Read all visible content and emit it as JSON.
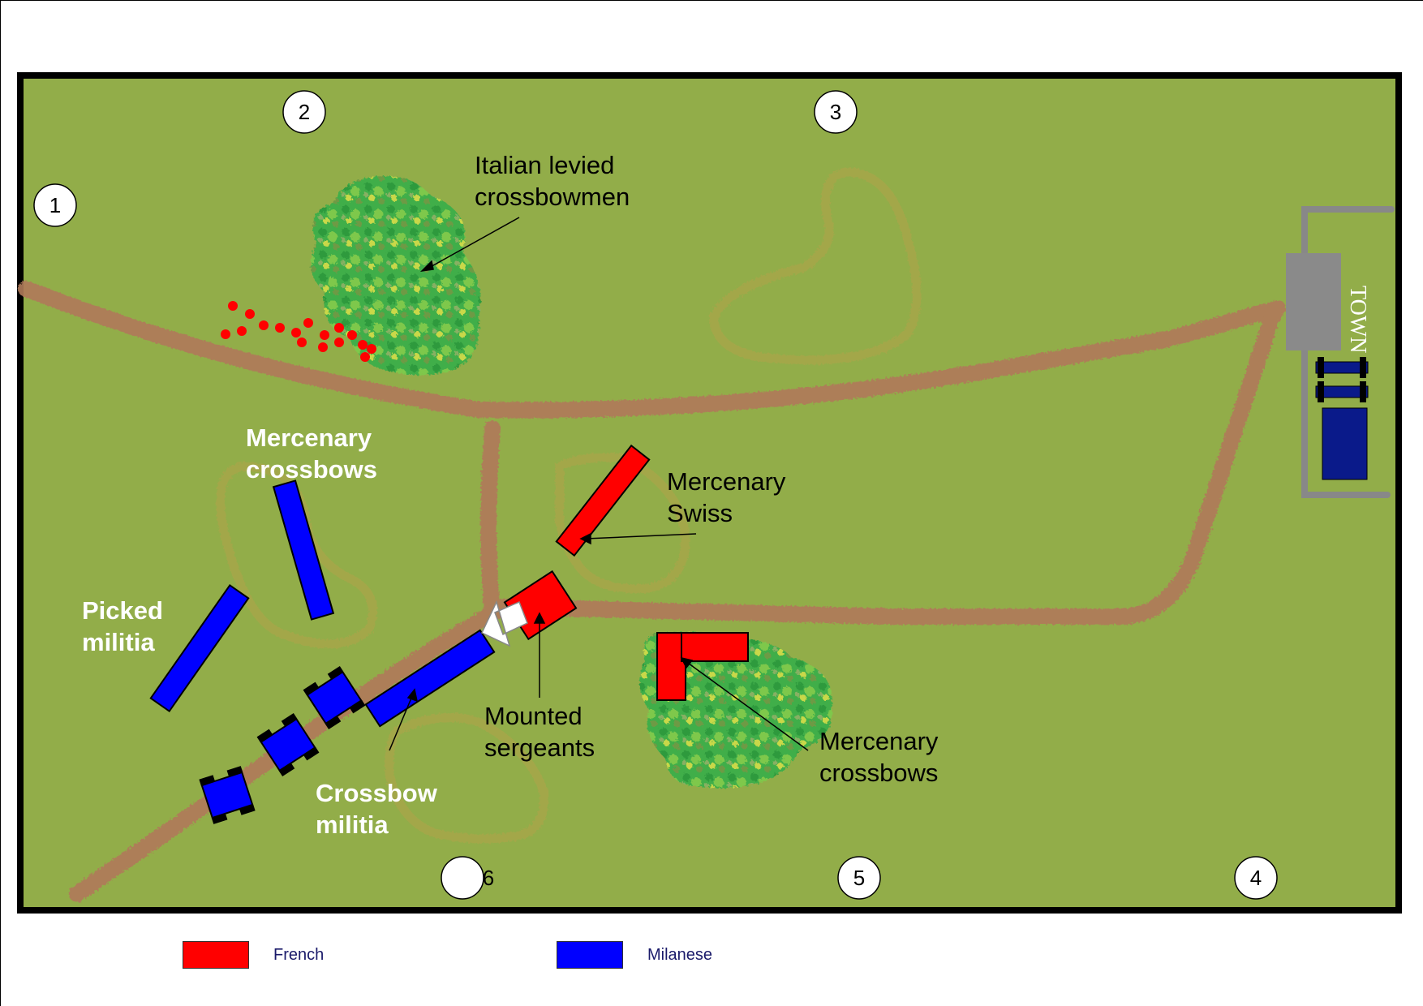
{
  "title": "",
  "map": {
    "background_color": "#92ad49",
    "road_color": "#b07a5a",
    "wood_color": "#3fae4a",
    "hill_color": "#a7a74a",
    "town_label": "TOWN"
  },
  "markers": [
    "1",
    "2",
    "3",
    "4",
    "5",
    "6"
  ],
  "labels": {
    "italian_crossbowmen": [
      "Italian levied",
      "crossbowmen"
    ],
    "mercenary_crossbows_milanese": [
      "Mercenary",
      "crossbows"
    ],
    "picked_militia": [
      "Picked",
      "militia"
    ],
    "mercenary_swiss": [
      "Mercenary",
      "Swiss"
    ],
    "mounted_sergeants": [
      "Mounted",
      "sergeants"
    ],
    "crossbow_militia": [
      "Crossbow",
      "militia"
    ],
    "mercenary_crossbows_french": [
      "Mercenary",
      "crossbows"
    ]
  },
  "legend": {
    "items": [
      {
        "label": "French",
        "color": "#ff0000"
      },
      {
        "label": "Milanese",
        "color": "#0000ff"
      }
    ]
  },
  "colors": {
    "french": "#ff0000",
    "milanese": "#0000ff",
    "milanese_dark": "#0a1a8a"
  }
}
